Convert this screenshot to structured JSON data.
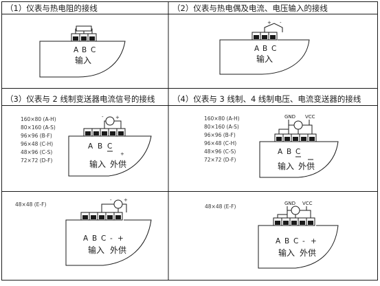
{
  "panels": [
    {
      "caption": "（1）仪表与热电阻的接线",
      "terminals": [
        "A",
        "B",
        "C"
      ],
      "input_label": "输入"
    },
    {
      "caption": "（2）仪表与热电偶及电流、电压输入的接线",
      "terminals": [
        "A",
        "B",
        "C"
      ],
      "input_label": "输入",
      "polarity": [
        "+",
        "-"
      ]
    },
    {
      "caption": "（3）仪表与 2 线制变送器电流信号的接线",
      "sizes": [
        "160×80 (A-H)",
        "80×160 (A-S)",
        "96×96 (B-F)",
        "96×48 (C-H)",
        "48×96 (C-S)",
        "72×72 (D-F)"
      ],
      "terminals": [
        "A",
        "B",
        "C"
      ],
      "input_label": "输入",
      "supply_label": "外供",
      "polarity": [
        "+",
        "-"
      ]
    },
    {
      "caption": "（4）仪表与 3 线制、4 线制电压、电流变送器的接线",
      "sizes": [
        "160×80 (A-H)",
        "80×160 (A-S)",
        "96×96 (B-F)",
        "96×48 (C-H)",
        "48×96 (C-S)",
        "72×72 (D-F)"
      ],
      "terminals": [
        "A",
        "B",
        "C"
      ],
      "input_label": "输入",
      "supply_label": "外供",
      "gnd_label": "GND",
      "vcc_label": "VCC"
    },
    {
      "sizes": [
        "48×48 (E-F)"
      ],
      "terminals": [
        "A",
        "B",
        "C",
        "-",
        "+"
      ],
      "input_label": "输入",
      "supply_label": "外供",
      "polarity": [
        "+",
        "-"
      ]
    },
    {
      "sizes": [
        "48×48 (E-F)"
      ],
      "terminals": [
        "A",
        "B",
        "C",
        "-",
        "+"
      ],
      "input_label": "输入",
      "supply_label": "外供",
      "gnd_label": "GND",
      "vcc_label": "VCC"
    }
  ]
}
